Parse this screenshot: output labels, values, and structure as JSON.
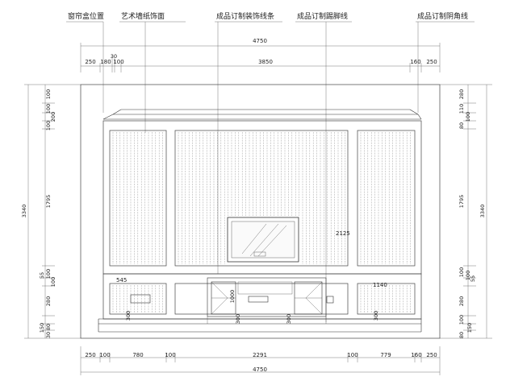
{
  "callouts": {
    "curtain_box": "窗帘盒位置",
    "wallpaper": "艺术墙纸饰面",
    "decor_strip": "成品订制装饰线条",
    "skirting": "成品订制踢脚线",
    "corner_line": "成品订制阴角线"
  },
  "top_dims": {
    "overall": "4750",
    "d_250_left": "250",
    "d_180": "180",
    "d_30": "30",
    "d_100": "100",
    "d_3850": "3850",
    "d_160": "160",
    "d_250_right": "250"
  },
  "bottom_dims": {
    "overall": "4750",
    "d_250_left": "250",
    "d_100_a": "100",
    "d_780": "780",
    "d_100_b": "100",
    "d_2291": "2291",
    "d_100_c": "100",
    "d_779": "779",
    "d_160": "160",
    "d_250_right": "250"
  },
  "left_dims": {
    "total": "3340",
    "a": "100",
    "b": "100",
    "c": "200",
    "d": "100",
    "e": "1795",
    "f": "55",
    "g": "100",
    "h": "100",
    "i": "280",
    "j": "150",
    "k": "80",
    "l": "30"
  },
  "right_dims": {
    "total": "3340",
    "a": "280",
    "b": "110",
    "c": "100",
    "d": "80",
    "e": "1795",
    "f": "100",
    "g": "100",
    "h": "55",
    "i": "280",
    "j": "100",
    "k": "150",
    "l": "80"
  },
  "inner_labels": {
    "w545": "545",
    "w1140": "1140",
    "h2125": "2125",
    "h1000": "1000",
    "h300_a": "300",
    "h300_b": "300",
    "h300_c": "300",
    "h300_d": "300"
  }
}
